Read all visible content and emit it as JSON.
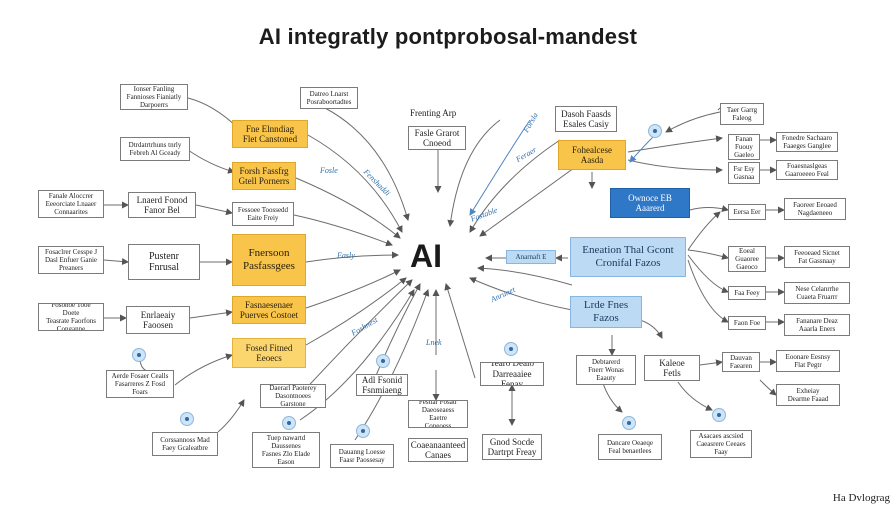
{
  "title": "AI integratly pontprobosal-mandest",
  "center": "AI",
  "heading_label": "Frenting Arp",
  "brand": "Ha Dvlograg",
  "edge_labels": [
    "Fosle",
    "Easly",
    "Foshnest",
    "Lnek",
    "Anrunet",
    "Feraer",
    "Fenshaddi",
    "Fastable",
    "Forsla"
  ],
  "nodes": {
    "tl1": "Ionser Fanling\nFannioses Fianiatly\nDarpoerrs",
    "tl2": "Dtrdatrtrhuns tnrly\nFebreh Al Gceady",
    "tl3": "Fanale Aloccrer\nEeeorciate Lnaaer\nConnaarites",
    "tl4": "Fosaclrer Cesspe J\nDasl Enfuer Ganie\nPreaners",
    "tl5": "Fosonoe Tooe Doete\nTeasrate Faorfons\nConganne",
    "tl6": "Aerde Fosaer Cealls\nFasarreres Z Fosd\nFoars",
    "tl7": "Corssannoss Mad\nFaey Gcaleatbre",
    "y1": "Fne Elnndiag\nFlet Canstoned",
    "y2": "Forsh Fassfrg\nGtell Pornerrs",
    "y3": "Fnersoon\nPasfassgees",
    "y4": "Fasnaesenaer\nPuerves Costoet",
    "y5": "Fosed Fitned\nEeoecs",
    "m1": "Lnaerd Fonod\nFanor Bel",
    "m2": "Fessoee Toossedd\nEaite Freiy",
    "m3": "Pustenr\nFnrusal",
    "m4": "Enrlaeaiy\nFaoosen",
    "top1": "Datreo Lnarst\nPosraboortadtes",
    "top2": "Fasle Grarot\nCnoeod",
    "b1": "Daerarl Paoterey\nDasontnoees Garstone",
    "b2": "Adl Fsonid\nFsnmiaeng",
    "b3": "Tuep nawartd\nDaussenes\nFasnes Zlo Elade\nEason",
    "b4": "Dauanng Loesse\nFaasr Paossesay",
    "b5": "Festtar Fosatr\nDaeoseaess Eaetre\nConeoess",
    "b6": "Coaeanaanteed\nCanaes",
    "b7": "Tearo Dealo\nDarreaaiee Fenay",
    "b8": "Gnod Socde\nDartrpt Freay",
    "r1": "Dasoh Faasds\nEsales Casiy",
    "r2": "Fohealcese\nAasda",
    "r3": "Ownoce EB\nAaarerd",
    "r4": "Eneation Thal Gcont\nCronifal Fazos",
    "r5": "Lrde Fnes\nFazos",
    "r6": "Debtarerd\nFnerr Wonas\nEaauty",
    "r7": "Kaleoe\nFetls",
    "r8": "Dancare Oeaeqe\nFeal benaetlees",
    "r9": "Asacaes ascsied\nCaeasrere Ceeaes\nFaay",
    "far1": "Taer Garrg\nFaleog",
    "far2": "Fanan\nFuouy\nGaeleo",
    "far3": "Fsr Esy\nGasnaa",
    "far4": "Eersa Eer",
    "far5": "Eoeal\nGuaoree\nGaeoco",
    "far6": "Faa Feey",
    "far7": "Faon Foe",
    "far8": "Dauvan\nFaearen",
    "fr1": "Fonedre Sachaaro\nFaaeges Ganglee",
    "fr2": "Foaesnaslgeas\nGaaroeeeo Feal",
    "fr3": "Faoreer Eeoaed\nNagdaeneeo",
    "fr4": "Feeoeaed Sicnet\nFat Gassnaay",
    "fr5": "Nese Celanrrhe\nCuaeta Fruarrr",
    "fr6": "Fananare Deaz\nAaarla Eners",
    "fr7": "Eoonare Eesnsy\nFlat Pegtr",
    "fr8": "Exheiay\nDearme Faaad",
    "edge_label_r": "Anarnaft E"
  }
}
